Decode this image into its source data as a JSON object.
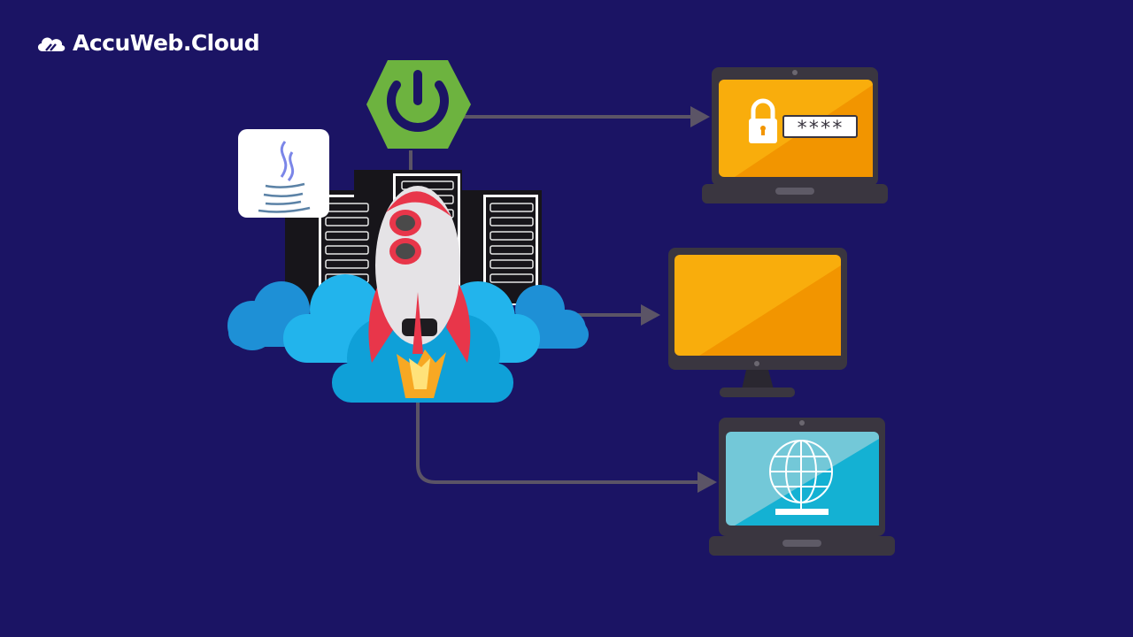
{
  "brand": {
    "name": "AccuWeb.Cloud",
    "logo_icon": "cloud-logo-icon"
  },
  "diagram": {
    "source": {
      "framework_icon": "spring-boot-power-icon",
      "language_icon": "java-coffee-cup-icon",
      "infrastructure": "server-racks-icon",
      "launch_icon": "rocket-icon",
      "cloud_icon": "clouds-icon"
    },
    "targets": [
      {
        "device": "laptop",
        "screen_icon": "padlock-icon",
        "field_text": "****",
        "screen_color": "#f9ad0c"
      },
      {
        "device": "monitor",
        "screen_icon": "blank-screen",
        "screen_color": "#f9ad0c"
      },
      {
        "device": "laptop",
        "screen_icon": "globe-network-icon",
        "screen_color": "#32bcd6"
      }
    ],
    "colors": {
      "background": "#1b1464",
      "connector": "#5b5466",
      "spring_green": "#6db33f",
      "cloud_blue": "#1ea6e0",
      "rocket_red": "#e8364a",
      "device_frame": "#3a3640"
    }
  }
}
